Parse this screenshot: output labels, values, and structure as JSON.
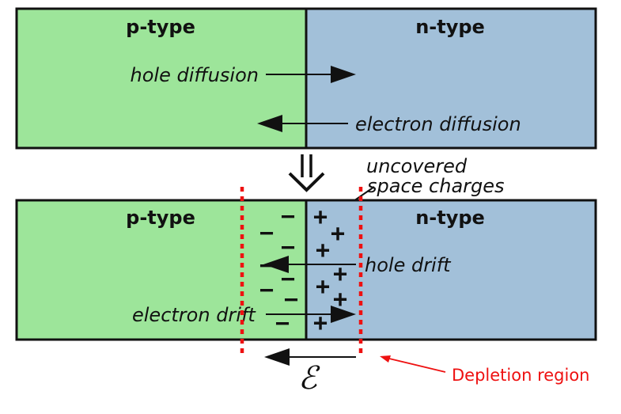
{
  "colors": {
    "p_region": "#9de59a",
    "n_region": "#a2c0d9",
    "border": "#111111",
    "depletion": "#ee1111"
  },
  "top_panel": {
    "p_label": "p-type",
    "n_label": "n-type",
    "hole_diffusion": "hole diffusion",
    "electron_diffusion": "electron diffusion"
  },
  "transition_arrow_icon": "down-arrow-icon",
  "bottom_panel": {
    "p_label": "p-type",
    "n_label": "n-type",
    "space_charges_line1": "uncovered",
    "space_charges_line2": "space charges",
    "hole_drift": "hole drift",
    "electron_drift": "electron drift",
    "negative_symbol": "−",
    "positive_symbol": "+",
    "field_symbol": "ℰ",
    "depletion_label": "Depletion region"
  }
}
